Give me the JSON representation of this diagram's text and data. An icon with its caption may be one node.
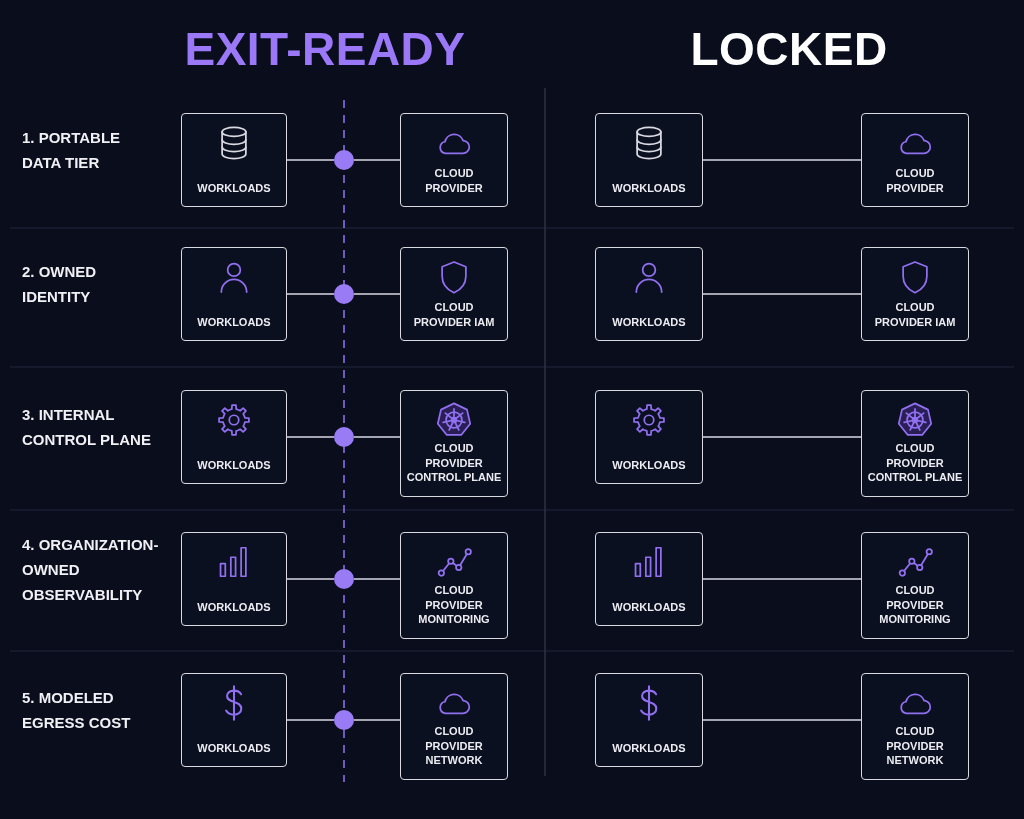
{
  "diagram": {
    "nodes": [
      {
        "text": [
          "WORKLOADS"
        ]
      },
      {
        "text": [],
        "shape": "circle"
      },
      {
        "text": [
          "CLOUD PROVIDER"
        ]
      },
      {
        "text": [
          "WORKLOADS"
        ]
      },
      {
        "text": [
          "CLOUD PROVIDER"
        ]
      },
      {
        "text": [
          "WORKLOADS"
        ]
      },
      {
        "text": [],
        "shape": "circle"
      },
      {
        "text": [
          "CLOUD PROVIDER IAM"
        ]
      },
      {
        "text": [
          "WORKLOADS"
        ]
      },
      {
        "text": [
          "CLOUD PROVIDER IAM"
        ]
      },
      {
        "text": [
          "WORKLOADS"
        ]
      },
      {
        "text": [],
        "shape": "circle"
      },
      {
        "text": [
          "CLOUD PROVIDER CONTROL PLANE"
        ]
      },
      {
        "text": [
          "WORKLOADS"
        ]
      },
      {
        "text": [
          "CLOUD PROVIDER CONTROL PLANE"
        ]
      },
      {
        "text": [
          "WORKLOADS"
        ]
      },
      {
        "text": [],
        "shape": "circle"
      },
      {
        "text": [
          "CLOUD PROVIDER MONITORING"
        ]
      },
      {
        "text": [
          "WORKLOADS"
        ]
      },
      {
        "text": [
          "CLOUD PROVIDER MONITORING"
        ]
      },
      {
        "text": [
          "WORKLOADS"
        ]
      },
      {
        "text": [],
        "shape": "circle"
      },
      {
        "text": [
          "CLOUD PROVIDER NETWORK"
        ]
      },
      {
        "text": [
          "WORKLOADS"
        ]
      },
      {
        "text": [
          "CLOUD PROVIDER NETWORK"
        ]
      }
    ],
    "edges": [
      {
        "from": 0,
        "to": 1,
        "arrow": "none"
      },
      {
        "from": 1,
        "to": 2,
        "arrow": "none"
      },
      {
        "from": 3,
        "to": 4,
        "arrow": "none"
      },
      {
        "from": 5,
        "to": 6,
        "arrow": "none"
      },
      {
        "from": 6,
        "to": 7,
        "arrow": "none"
      },
      {
        "from": 8,
        "to": 9,
        "arrow": "none"
      },
      {
        "from": 10,
        "to": 11,
        "arrow": "none"
      },
      {
        "from": 11,
        "to": 12,
        "arrow": "none"
      },
      {
        "from": 13,
        "to": 14,
        "arrow": "none"
      },
      {
        "from": 15,
        "to": 16,
        "arrow": "none"
      },
      {
        "from": 16,
        "to": 17,
        "arrow": "none"
      },
      {
        "from": 18,
        "to": 19,
        "arrow": "none"
      },
      {
        "from": 20,
        "to": 21,
        "arrow": "none"
      },
      {
        "from": 21,
        "to": 22,
        "arrow": "none"
      },
      {
        "from": 23,
        "to": 24,
        "arrow": "none"
      }
    ],
    "labels": [
      "EXIT-READY",
      "LOCKED",
      "1. PORTABLE DATA TIER",
      "2. OWNED IDENTITY",
      "3. INTERNAL CONTROL PLANE",
      "4. ORGANIZATION-OWNED OBSERVABILITY",
      "5. MODELED EGRESS COST"
    ]
  }
}
